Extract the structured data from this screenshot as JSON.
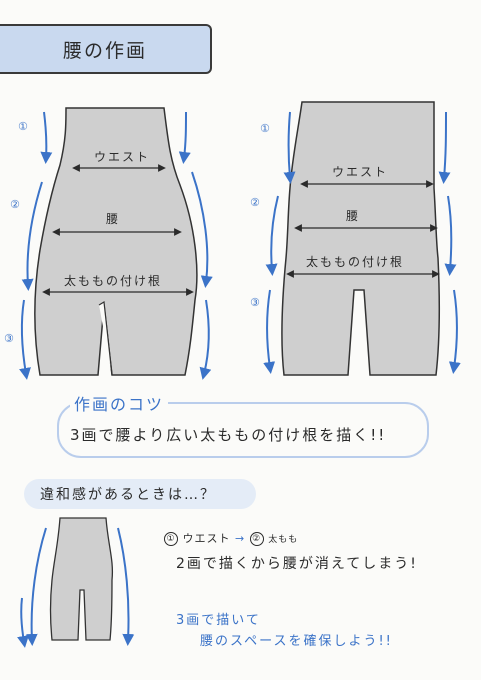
{
  "title": "腰の作画",
  "figure_left": {
    "waist_label": "ウエスト",
    "hip_label": "腰",
    "thigh_label": "太ももの付け根",
    "step_numbers": [
      "①",
      "②",
      "③"
    ]
  },
  "figure_right": {
    "waist_label": "ウエスト",
    "hip_label": "腰",
    "thigh_label": "太ももの付け根",
    "step_numbers": [
      "①",
      "②",
      "③"
    ]
  },
  "tips": {
    "heading": "作画のコツ",
    "text": "3画で腰より広い太ももの付け根を描く!!"
  },
  "trouble": {
    "heading": "違和感があるときは…？",
    "step_from": "①",
    "step_from_label": "ウエスト",
    "arrow": "→",
    "step_to": "②",
    "step_to_label": "太もも",
    "problem_text": "2画で描くから腰が消えてしまう!",
    "solution_line1": "3画で描いて",
    "solution_line2": "腰のスペースを確保しよう!!"
  },
  "colors": {
    "accent_blue": "#3b73c8",
    "title_bg": "#c9d9ef",
    "tips_border": "#b9cdec",
    "trouble_bg": "#e4ecf7",
    "body_gray": "#cfcfcf"
  }
}
